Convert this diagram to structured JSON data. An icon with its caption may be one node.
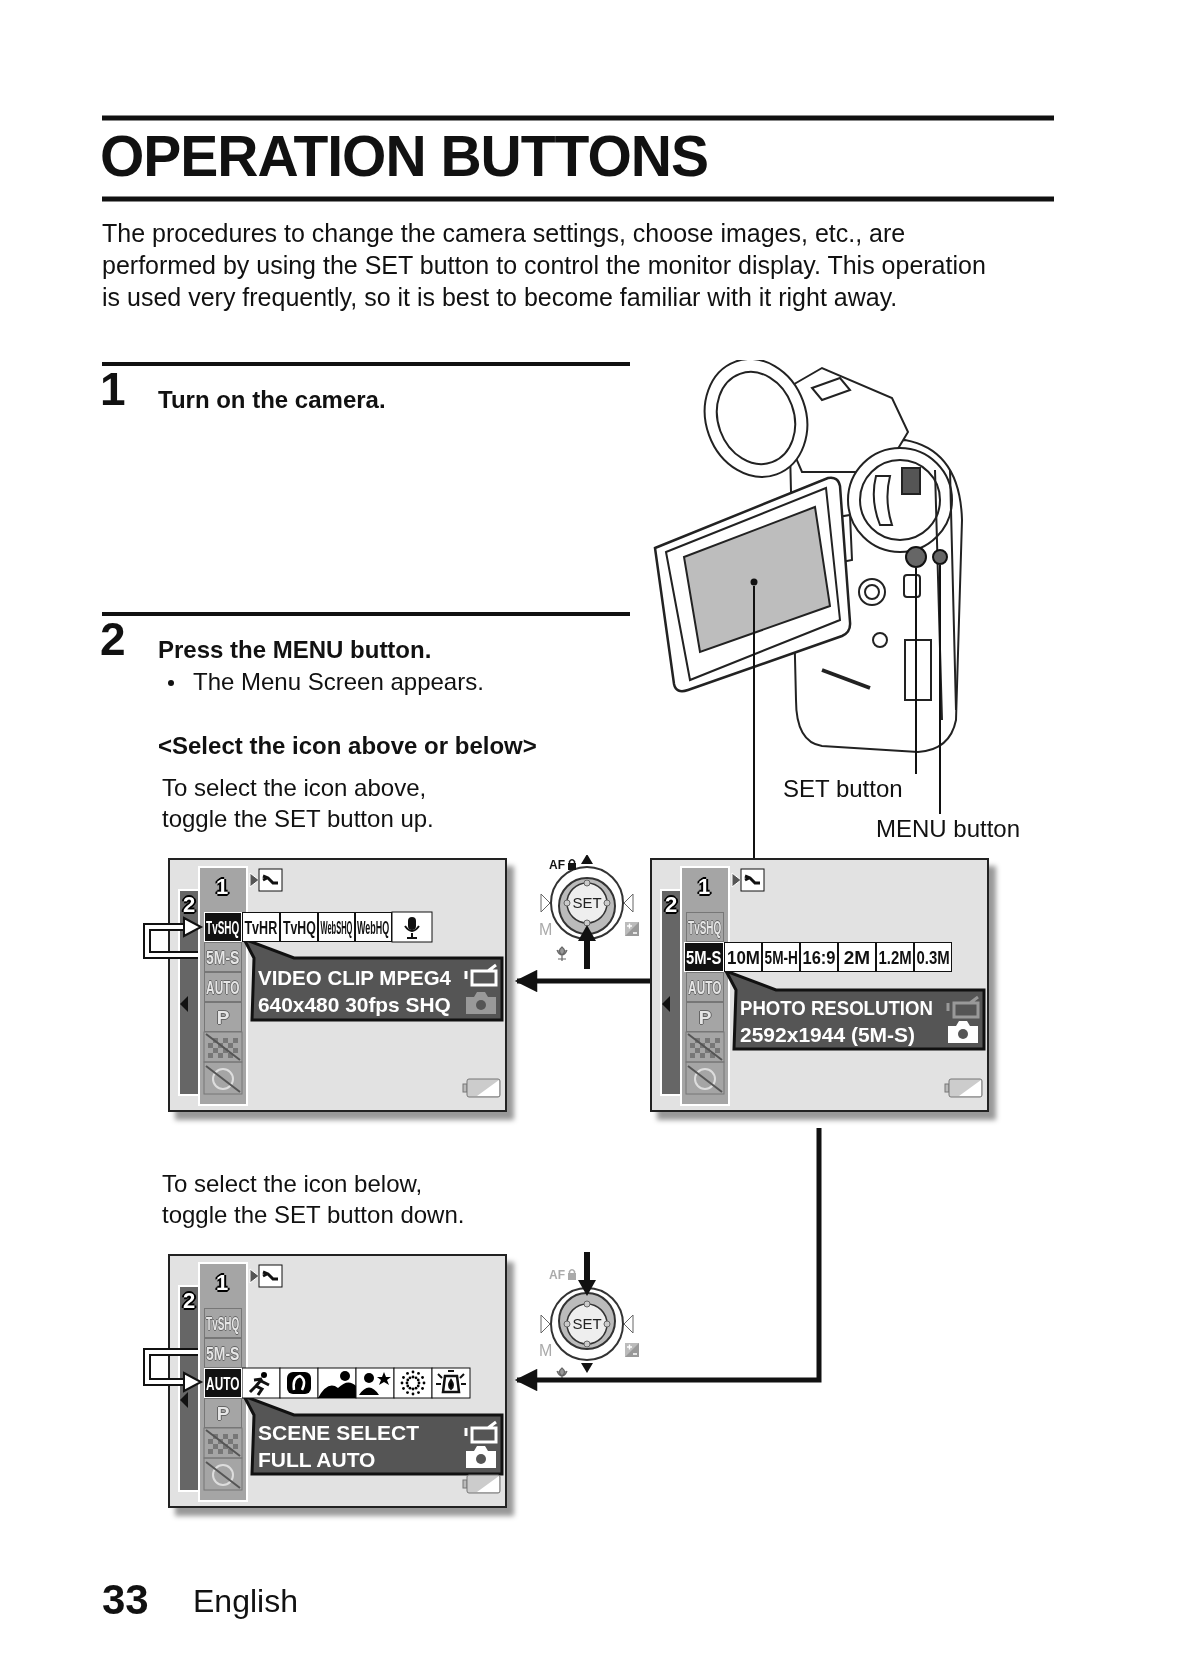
{
  "diagram": {
    "title": "OPERATION BUTTONS",
    "nodes": [
      {
        "text": [],
        "shape": "picture"
      },
      {
        "text": [],
        "shape": "circle",
        "in": 0
      },
      {
        "text": [],
        "shape": "circle",
        "in": 0
      },
      {
        "text": [],
        "shape": "circle",
        "in": 0
      },
      {
        "text": [
          "SET button"
        ]
      },
      {
        "text": [
          "MENU button"
        ]
      },
      {
        "text": [
          "2",
          "1",
          "TvSHQ",
          "5M-S",
          "10M",
          "5M-H",
          "16:9",
          "2M",
          "1.2M",
          "0.3M",
          "AUTO",
          "P",
          "PHOTO RESOLUTION",
          "2592x1944 (5M-S)"
        ]
      },
      {
        "text": [
          "2",
          "1",
          "TvSHQ",
          "TvHR",
          "TvHQ",
          "WebSHQ",
          "WebHQ",
          "5M-S",
          "AUTO",
          "P",
          "VIDEO CLIP MPEG4",
          "640x480 30fps SHQ"
        ]
      },
      {
        "text": [
          "AF",
          "SET",
          "M"
        ]
      },
      {
        "text": [
          "2",
          "1",
          "TvSHQ",
          "5M-S",
          "AUTO",
          "P",
          "SCENE SELECT",
          "FULL AUTO"
        ]
      },
      {
        "text": [
          "AF",
          "SET",
          "M"
        ]
      }
    ],
    "edges": [
      {
        "from": 4,
        "to": 1,
        "arrow": "none"
      },
      {
        "from": 5,
        "to": 2,
        "arrow": "none"
      },
      {
        "from": 3,
        "to": 6,
        "arrow": "none"
      },
      {
        "from": 6,
        "to": 7,
        "arrow": "to",
        "style": "thick"
      },
      {
        "from": 6,
        "to": 9,
        "arrow": "to",
        "style": "thick"
      }
    ],
    "labels": [
      "The procedures to change the camera settings, choose images, etc., are performed by using the SET button to control the monitor display. This operation is used very frequently, so it is best to become familiar with it right away.",
      "1",
      "Turn on the camera.",
      "2",
      "Press the MENU button.",
      "The Menu Screen appears.",
      "<Select the icon above or below>",
      "To select the icon above, toggle the SET button up.",
      "To select the icon below, toggle the SET button down.",
      "33",
      "English"
    ]
  }
}
